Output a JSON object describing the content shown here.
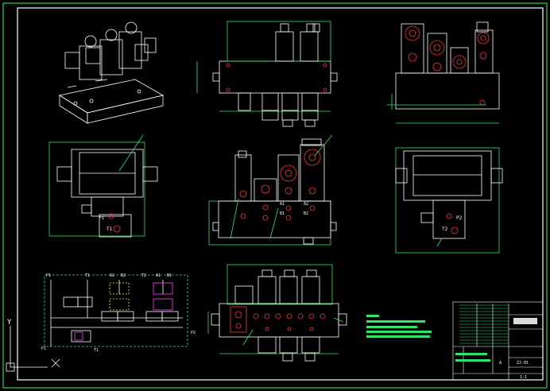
{
  "drawing": {
    "background": "#000000",
    "colors": {
      "frame": "#1fd84a",
      "outline": "#ffffff",
      "dimension": "#2ee56b",
      "port": "#ff3333",
      "highlight": "#ff44ff",
      "notes": "#2ee56b"
    }
  },
  "views": {
    "iso": {
      "name": "isometric-view"
    },
    "front": {
      "name": "front-view"
    },
    "right_top": {
      "name": "right-side-view"
    },
    "left_mid": {
      "name": "left-side-view"
    },
    "mid": {
      "name": "center-elevation-view"
    },
    "right_mid": {
      "name": "right-elevation-view"
    },
    "bottom": {
      "name": "bottom-plan-view"
    }
  },
  "ports": {
    "p1": "P1",
    "t1": "T1",
    "p2": "P2",
    "t2": "T2",
    "a1": "A1",
    "b1": "B1",
    "a2": "A2",
    "b2": "B2"
  },
  "schematic": {
    "labels": [
      "P1",
      "T1",
      "A2",
      "B2",
      "T2",
      "A1",
      "B1",
      "P2",
      "T1",
      "P1"
    ]
  },
  "ucs": {
    "y_label": "Y",
    "x_label": "X"
  },
  "title_block": {
    "cell_a": "A",
    "cell_b": "ZJ-01",
    "cell_c": "1:1"
  }
}
